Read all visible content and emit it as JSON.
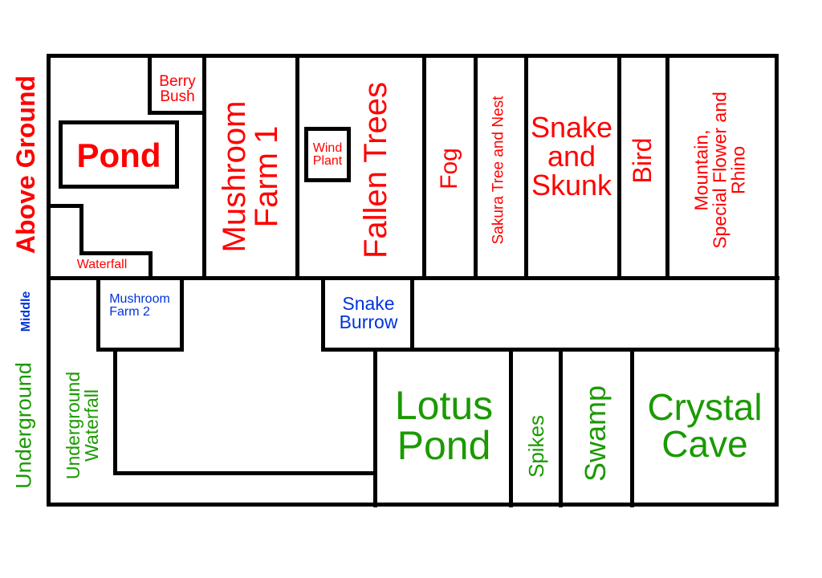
{
  "colors": {
    "above": "#ff0000",
    "middle": "#0033dd",
    "under": "#1a9a00",
    "lines": "#000000"
  },
  "layers": {
    "above": "Above Ground",
    "middle": "Middle",
    "under": "Underground"
  },
  "above": {
    "berry_bush": "Berry\nBush",
    "pond": "Pond",
    "waterfall": "Waterfall",
    "mushroom_farm_1": "Mushroom\nFarm 1",
    "wind_plant": "Wind\nPlant",
    "fallen_trees": "Fallen Trees",
    "fog": "Fog",
    "sakura": "Sakura Tree and Nest",
    "snake_skunk": "Snake\nand\nSkunk",
    "bird": "Bird",
    "mountain": "Mountain,\nSpecial Flower and\nRhino"
  },
  "middle": {
    "mushroom_farm_2": "Mushroom\nFarm 2",
    "snake_burrow": "Snake\nBurrow"
  },
  "under": {
    "underground_waterfall": "Underground\nWaterfall",
    "lotus_pond": "Lotus\nPond",
    "spikes": "Spikes",
    "swamp": "Swamp",
    "crystal_cave": "Crystal\nCave"
  }
}
